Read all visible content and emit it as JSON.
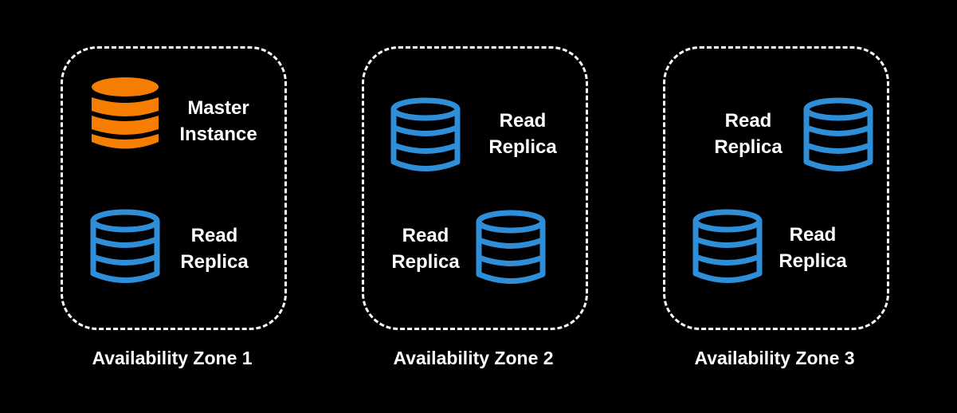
{
  "colors": {
    "background": "#000000",
    "master_db": "#F57E00",
    "replica_db": "#2E8FD8",
    "text": "#FFFFFF",
    "zone_border": "#FFFFFF"
  },
  "zones": [
    {
      "label": "Availability Zone 1",
      "databases": [
        {
          "role": "master",
          "icon": "database-icon",
          "label_line1": "Master",
          "label_line2": "Instance"
        },
        {
          "role": "replica",
          "icon": "database-icon",
          "label_line1": "Read",
          "label_line2": "Replica"
        }
      ]
    },
    {
      "label": "Availability Zone 2",
      "databases": [
        {
          "role": "replica",
          "icon": "database-icon",
          "label_line1": "Read",
          "label_line2": "Replica"
        },
        {
          "role": "replica",
          "icon": "database-icon",
          "label_line1": "Read",
          "label_line2": "Replica"
        }
      ]
    },
    {
      "label": "Availability Zone 3",
      "databases": [
        {
          "role": "replica",
          "icon": "database-icon",
          "label_line1": "Read",
          "label_line2": "Replica"
        },
        {
          "role": "replica",
          "icon": "database-icon",
          "label_line1": "Read",
          "label_line2": "Replica"
        }
      ]
    }
  ]
}
